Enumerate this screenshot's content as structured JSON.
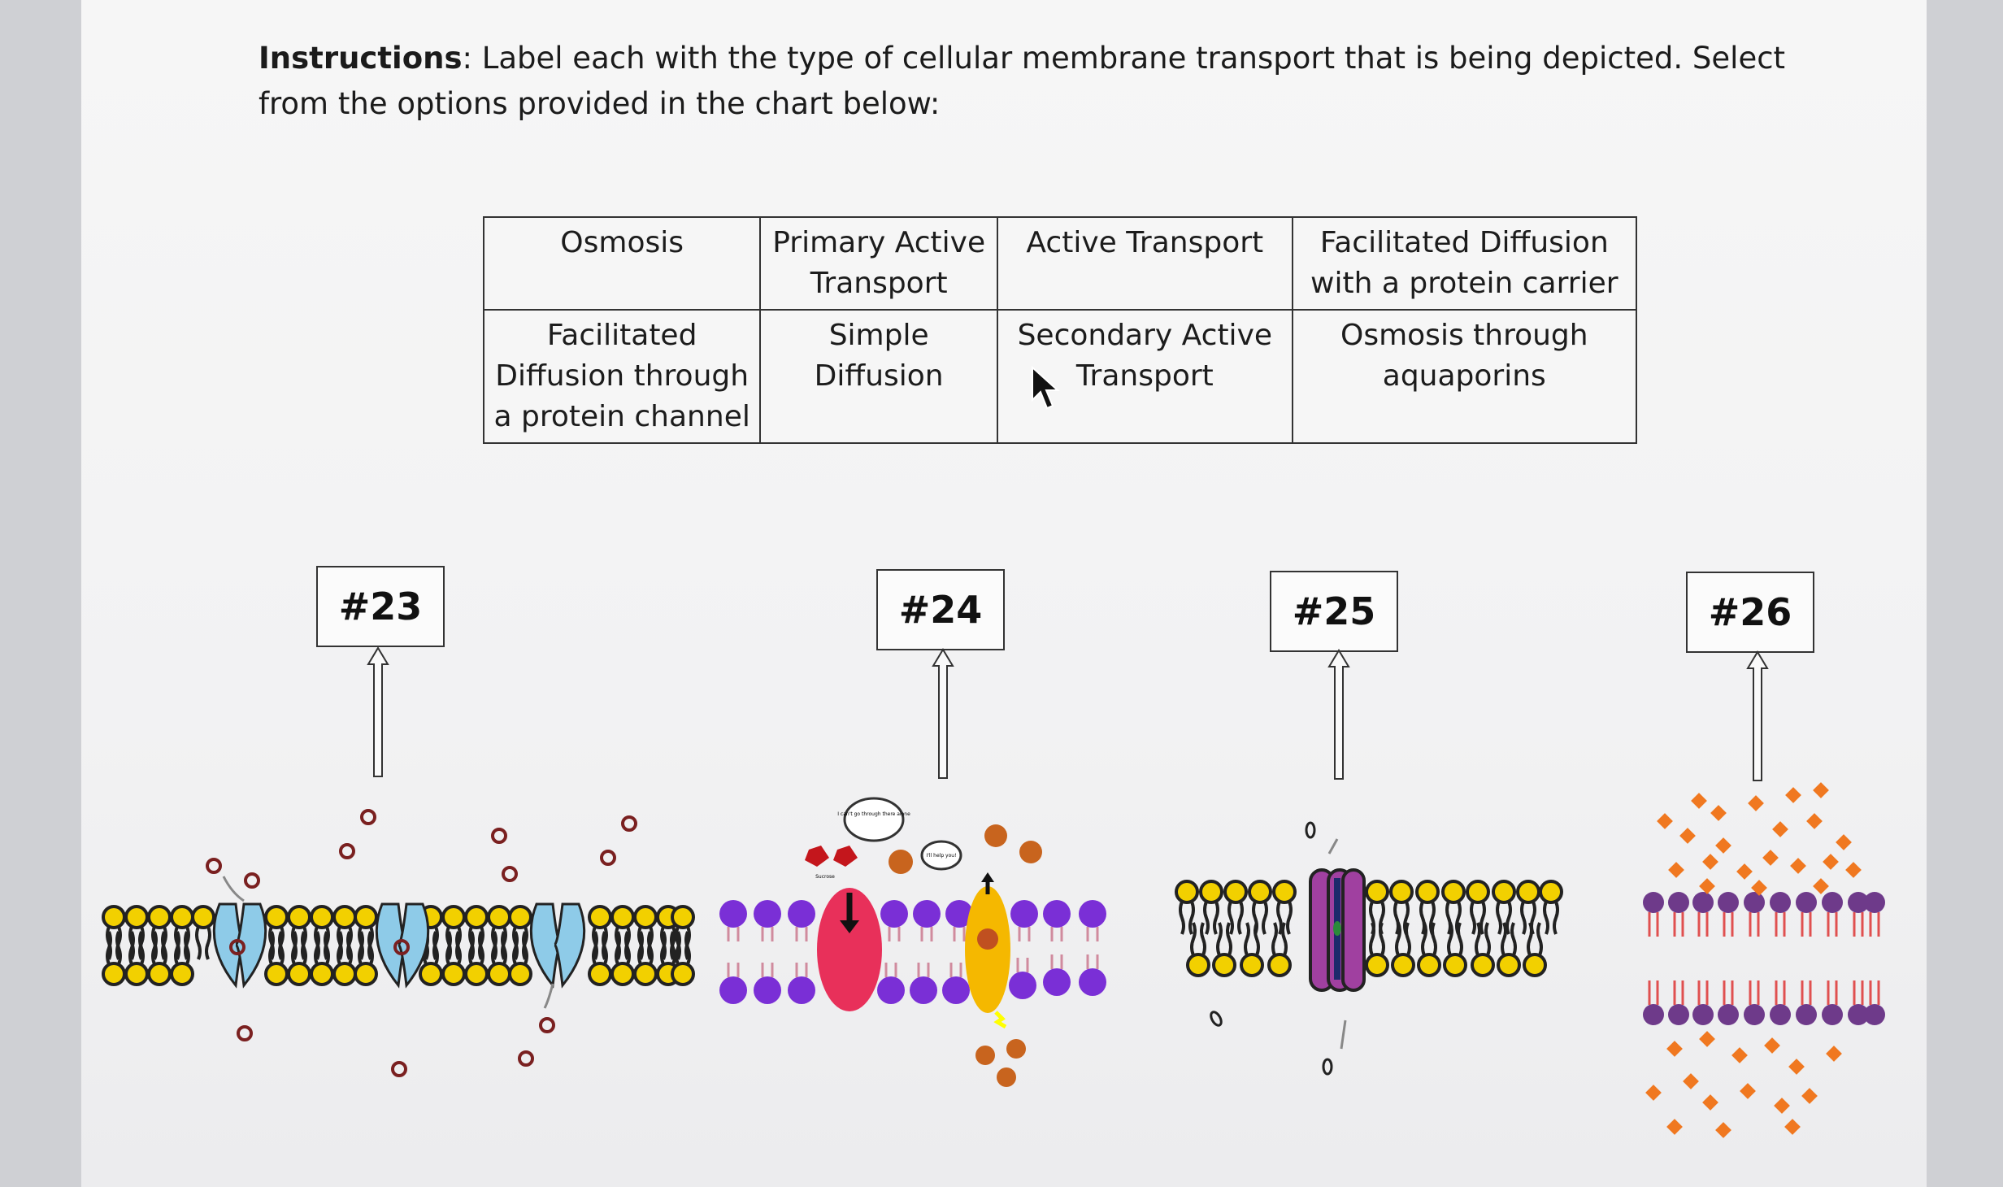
{
  "instructions": {
    "prefix": "Instructions",
    "text": ": Label each with the type of cellular membrane transport that is being depicted.  Select from the options provided in the chart below:"
  },
  "options_table": {
    "rows": [
      [
        "Osmosis",
        "Primary Active Transport",
        "Active Transport",
        "Facilitated Diffusion with a protein carrier"
      ],
      [
        "Facilitated Diffusion through a protein channel",
        "Simple Diffusion",
        "Secondary Active Transport",
        "Osmosis through aquaporins"
      ]
    ]
  },
  "diagram_labels": [
    "#23",
    "#24",
    "#25",
    "#26"
  ],
  "speech_bubbles": {
    "bubble1": "I can't go through there alone",
    "bubble2": "I'll help you!",
    "molecule_label": "Sucrose"
  },
  "colors": {
    "lipid_head_yellow": "#f2d000",
    "lipid_head_purple": "#7a2fd6",
    "channel_blue": "#8ecbe8",
    "pump_red": "#e8305a",
    "carrier_orange": "#f5b800",
    "aquaporin_purple": "#a040a0",
    "particle_orange": "#f07820"
  }
}
